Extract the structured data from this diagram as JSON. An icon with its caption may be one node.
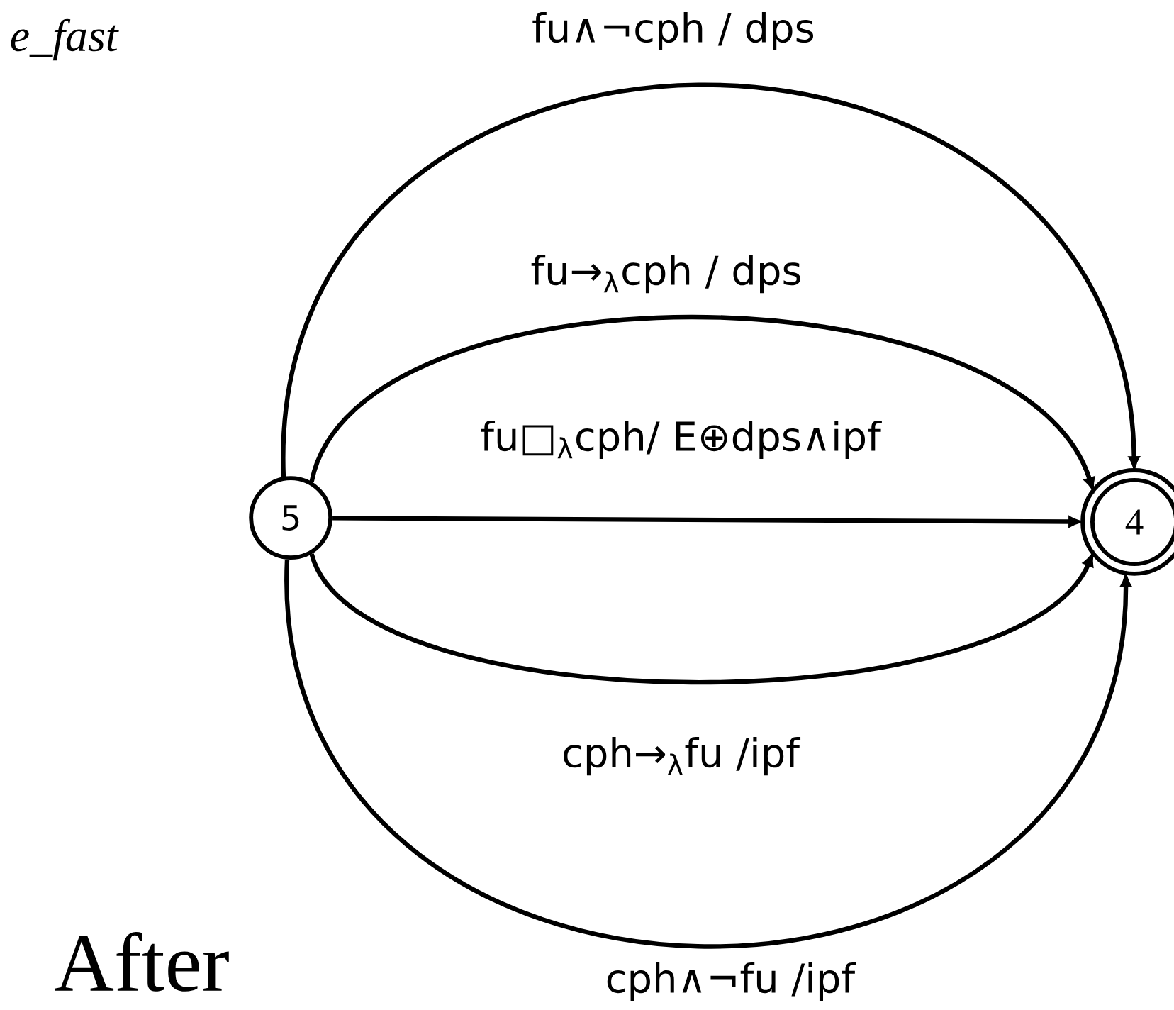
{
  "diagram": {
    "nodes": [
      {
        "text": [
          "5"
        ]
      },
      {
        "text": [
          "4"
        ]
      }
    ],
    "edges": [
      {
        "from": 0,
        "to": 1,
        "arrow": "to",
        "label": "fu∧¬cph / dps"
      },
      {
        "from": 0,
        "to": 1,
        "arrow": "to",
        "label": "fu→$_{λ}$cph / dps"
      },
      {
        "from": 0,
        "to": 1,
        "arrow": "to",
        "label": "fu□$_{λ}$cph/ E⊕dps∧ipf"
      },
      {
        "from": 0,
        "to": 1,
        "arrow": "to",
        "label": "cph→$_{λ}$fu /ipf"
      },
      {
        "from": 0,
        "to": 1,
        "arrow": "to",
        "label": "cph∧¬fu /ipf"
      }
    ],
    "labels": [
      "e_fast",
      "After"
    ]
  }
}
